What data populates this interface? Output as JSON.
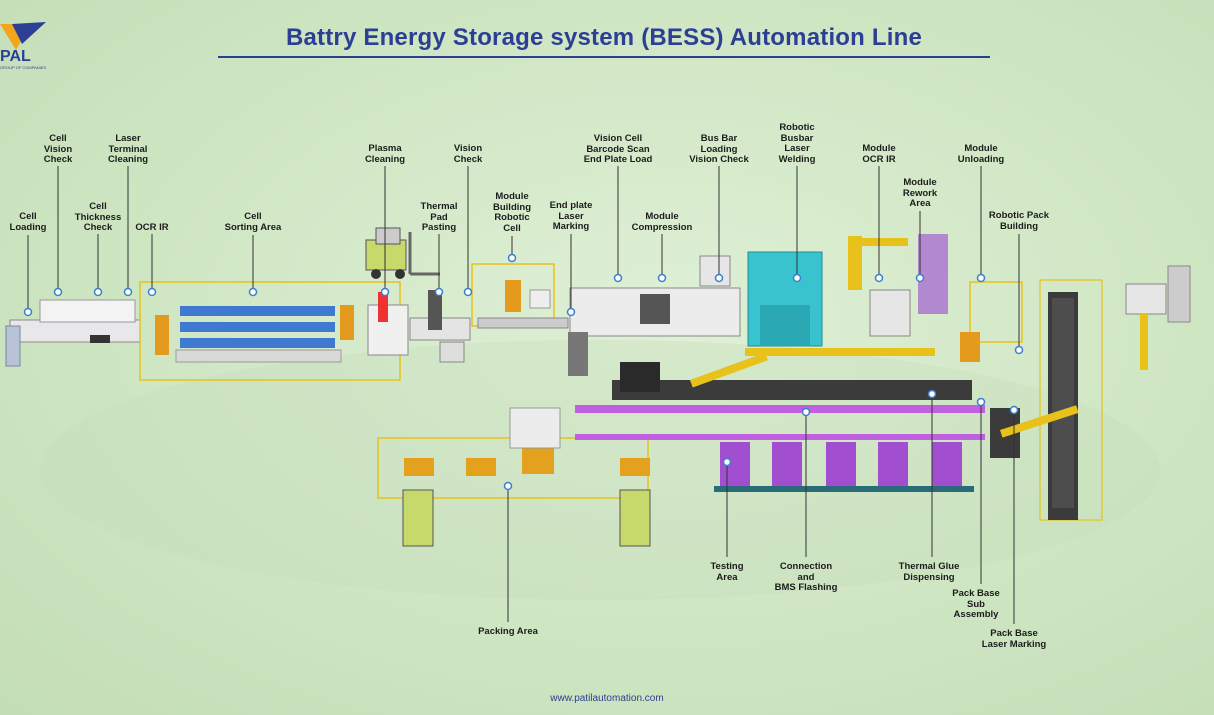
{
  "title": "Battry Energy Storage system (BESS) Automation Line",
  "logo": {
    "text": "PAL",
    "subtext": "GROUP OF COMPANIES"
  },
  "footer": "www.patilautomation.com",
  "colors": {
    "title": "#2d3f95",
    "background": "#cfe6c3",
    "accent_yellow": "#e8c21a",
    "accent_purple": "#b04fd0",
    "accent_cyan": "#39c3cf",
    "marker": "#3a7fd0"
  },
  "labels": [
    "Cell\nLoading",
    "Cell\nVision\nCheck",
    "Cell\nThickness\nCheck",
    "Laser\nTerminal\nCleaning",
    "OCR IR",
    "Cell\nSorting Area",
    "Plasma\nCleaning",
    "Thermal\nPad\nPasting",
    "Vision\nCheck",
    "Module\nBuilding\nRobotic\nCell",
    "End plate\nLaser\nMarking",
    "Vision Cell\nBarcode Scan\nEnd Plate Load",
    "Module\nCompression",
    "Bus Bar\nLoading\nVision Check",
    "Robotic\nBusbar\nLaser\nWelding",
    "Module\nOCR IR",
    "Module\nRework\nArea",
    "Module\nUnloading",
    "Robotic Pack\nBuilding",
    "Packing Area",
    "Testing\nArea",
    "Connection\nand\nBMS Flashing",
    "Thermal Glue\nDispensing",
    "Pack Base\nSub\nAssembly",
    "Pack Base\nLaser Marking"
  ]
}
